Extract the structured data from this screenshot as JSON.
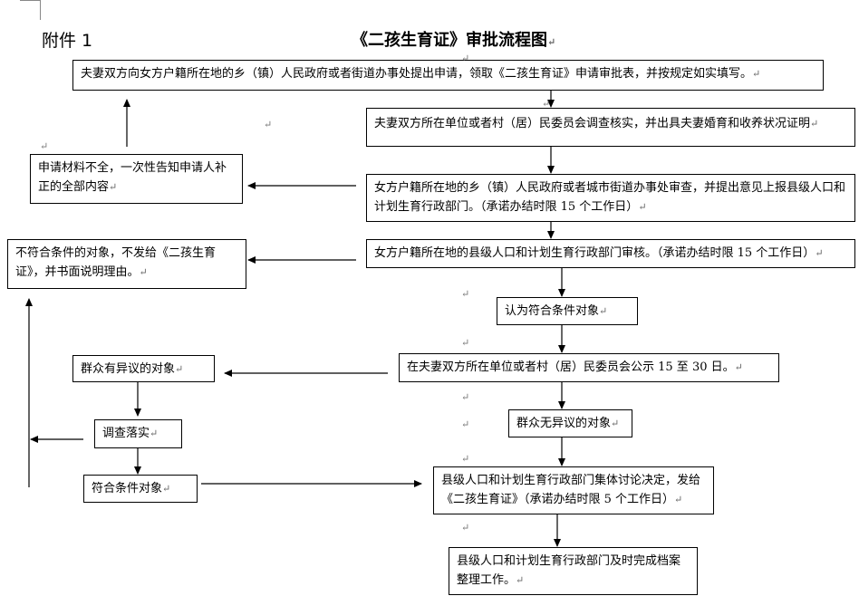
{
  "header": {
    "attachment_label": "附件 1",
    "title": "《二孩生育证》审批流程图"
  },
  "nodes": {
    "apply": "夫妻双方向女方户籍所在地的乡（镇）人民政府或者街道办事处提出申请，领取《二孩生育证》申请审批表，并按规定如实填写。",
    "verify_unit": "夫妻双方所在单位或者村（居）民委员会调查核实，并出具夫妻婚育和收养状况证明",
    "township_review": "女方户籍所在地的乡（镇）人民政府或者城市街道办事处审查，并提出意见上报县级人口和计划生育行政部门。（承诺办结时限 15 个工作日）",
    "incomplete": "申请材料不全，一次性告知申请人补正的全部内容",
    "county_review": "女方户籍所在地的县级人口和计划生育行政部门审核。（承诺办结时限 15 个工作日）",
    "not_eligible": "不符合条件的对象，不发给《二孩生育证》，并书面说明理由。",
    "eligible": "认为符合条件对象",
    "publicize": "在夫妻双方所在单位或者村（居）民委员会公示 15 至 30 日。",
    "objection": "群众有异议的对象",
    "no_objection": "群众无异议的对象",
    "investigate": "调查落实",
    "meets": "符合条件对象",
    "decide": "县级人口和计划生育行政部门集体讨论决定，发给《二孩生育证》（承诺办结时限 5 个工作日）",
    "archive": "县级人口和计划生育行政部门及时完成档案整理工作。"
  },
  "paragraph_mark": "↵"
}
